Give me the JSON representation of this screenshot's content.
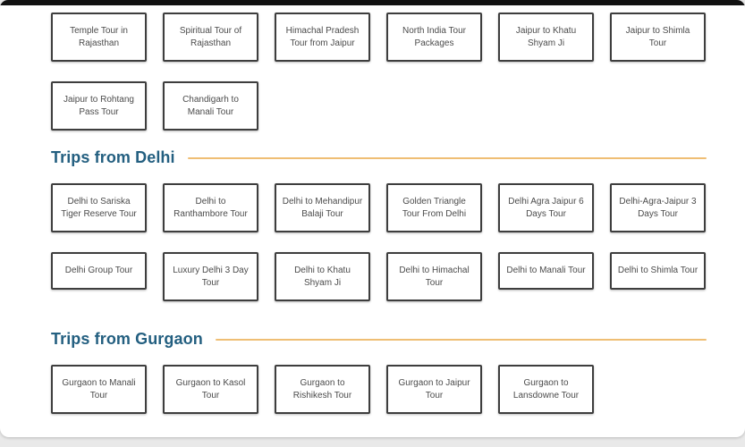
{
  "theme": {
    "heading_color": "#235f80",
    "divider_color": "#efbe74",
    "box_border_color": "#3e3e3e",
    "box_text_color": "#4b4b4b",
    "card_background": "#ffffff",
    "page_background": "#e9e9e9",
    "topbar_color": "#111111"
  },
  "sections": [
    {
      "heading": "",
      "links": [
        "Temple Tour in Rajasthan",
        "Spiritual Tour of Rajasthan",
        "Himachal Pradesh Tour from Jaipur",
        "North India Tour Packages",
        "Jaipur to Khatu Shyam Ji",
        "Jaipur to Shimla Tour",
        "Jaipur to Rohtang Pass Tour",
        "Chandigarh to Manali Tour"
      ]
    },
    {
      "heading": "Trips from Delhi",
      "links": [
        "Delhi to Sariska Tiger Reserve Tour",
        "Delhi to Ranthambore Tour",
        "Delhi to Mehandipur Balaji Tour",
        "Golden Triangle Tour From Delhi",
        "Delhi Agra Jaipur 6 Days Tour",
        "Delhi-Agra-Jaipur 3 Days Tour",
        "Delhi Group Tour",
        "Luxury Delhi 3 Day Tour",
        "Delhi to Khatu Shyam Ji",
        "Delhi to Himachal Tour",
        "Delhi to Manali Tour",
        "Delhi to Shimla Tour"
      ]
    },
    {
      "heading": "Trips from Gurgaon",
      "links": [
        "Gurgaon to Manali Tour",
        "Gurgaon to Kasol Tour",
        "Gurgaon to Rishikesh Tour",
        "Gurgaon to Jaipur Tour",
        "Gurgaon to Lansdowne Tour"
      ]
    }
  ]
}
